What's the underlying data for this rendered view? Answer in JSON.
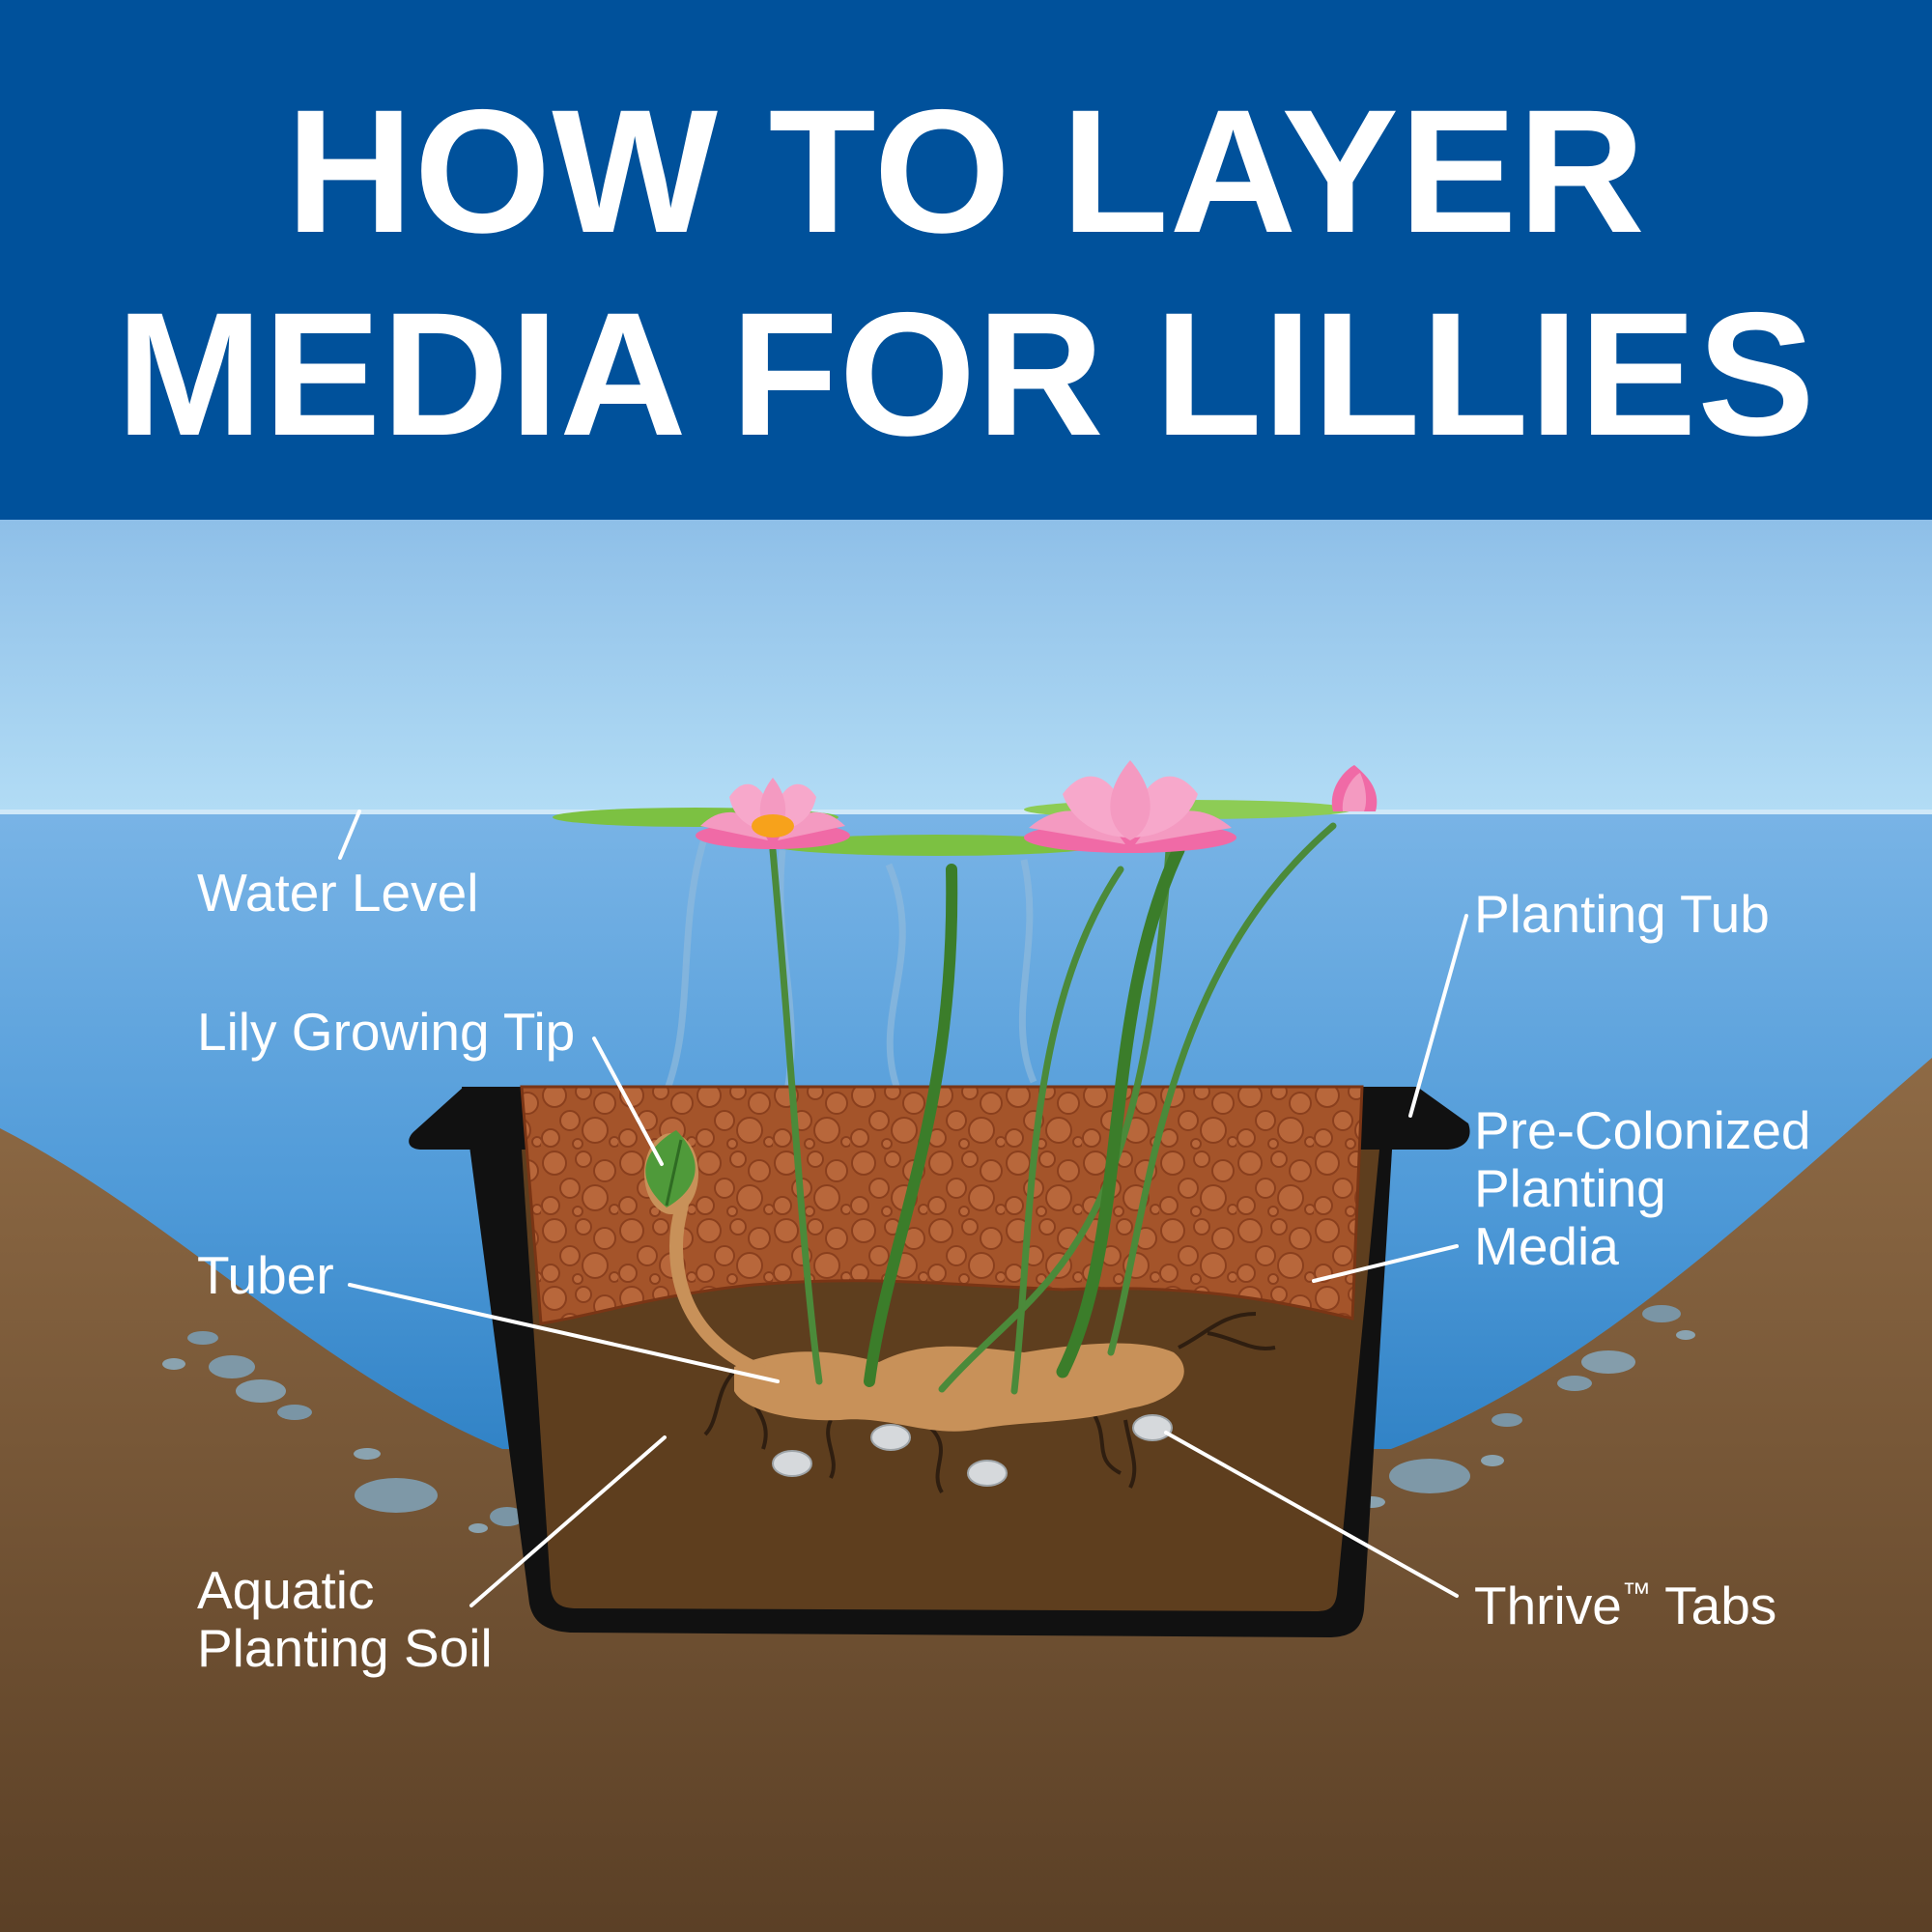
{
  "title": {
    "line1": "HOW TO LAYER",
    "line2": "MEDIA FOR LILLIES"
  },
  "labels": {
    "water_level": "Water Level",
    "lily_growing_tip": "Lily Growing Tip",
    "tuber": "Tuber",
    "aquatic_soil_line1": "Aquatic",
    "aquatic_soil_line2": "Planting Soil",
    "planting_tub": "Planting Tub",
    "media_line1": "Pre-Colonized",
    "media_line2": "Planting",
    "media_line3": "Media",
    "thrive_name": "Thrive",
    "thrive_tm": "™",
    "thrive_suffix": " Tabs"
  },
  "colors": {
    "banner": "#00519b",
    "sky_top": "#8ebfe8",
    "water_deep": "#2e86c9",
    "ground": "#6d4c2e",
    "clay_media": "#a0522d",
    "soil": "#5e3e1e",
    "tub": "#111111",
    "lily_petal": "#f49ac1",
    "lily_pad": "#7cc142"
  },
  "icons": {
    "lily_flower": "lotus-icon",
    "lily_pad": "lily-pad-icon",
    "pebble": "pebble-icon",
    "fertilizer_tab": "tablet-icon"
  }
}
